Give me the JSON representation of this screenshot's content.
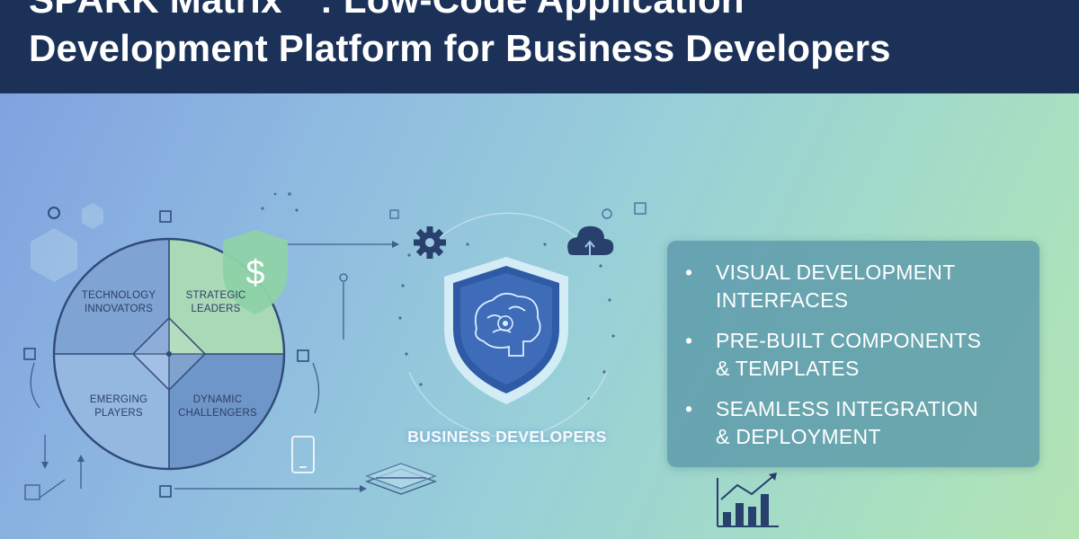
{
  "header": {
    "title_line_1": "SPARK Matrix™: Low-Code Application",
    "title_line_2": "Development Platform for Business Developers"
  },
  "quadrants": [
    {
      "line1": "TECHNOLOGY",
      "line2": "INNOVATORS"
    },
    {
      "line1": "STRATEGIC",
      "line2": "LEADERS"
    },
    {
      "line1": "EMERGING",
      "line2": "PLAYERS"
    },
    {
      "line1": "DYNAMIC",
      "line2": "CHALLENGERS"
    }
  ],
  "center": {
    "label": "BUSINESS DEVELOPERS"
  },
  "features": [
    {
      "line1": "VISUAL DEVELOPMENT",
      "line2": "INTERFACES"
    },
    {
      "line1": "PRE-BUILT COMPONENTS",
      "line2": "& TEMPLATES"
    },
    {
      "line1": "SEAMLESS INTEGRATION",
      "line2": "& DEPLOYMENT"
    }
  ],
  "bullet_glyph": "•",
  "dollar_glyph": "$",
  "icons": [
    "gear-icon",
    "cloud-upload-icon",
    "dollar-shield-icon",
    "brain-shield-icon",
    "mobile-phone-icon",
    "layers-icon",
    "bar-chart-icon",
    "hexagon-icon",
    "square-node-icon"
  ],
  "colors": {
    "header_bg": "#1b3158",
    "panel_bg": "#5896a8",
    "quad_top_left": "#7fa3d2",
    "quad_top_right": "#a9d9b6",
    "quad_bottom_left": "#95b8e0",
    "quad_bottom_right": "#6f96c8",
    "shield_dark": "#2e5aa6"
  }
}
